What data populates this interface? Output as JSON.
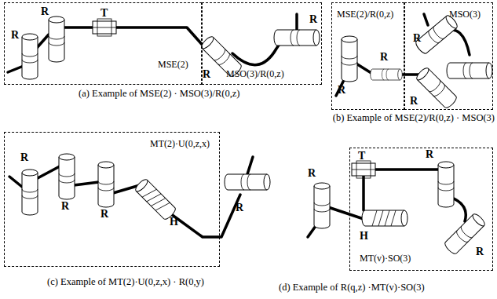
{
  "diagram": {
    "nodes": [
      {
        "text": [
          "MSE(2)"
        ]
      },
      {
        "text": [
          "MSO(3)/R(0,z)"
        ]
      },
      {
        "text": [
          "MSE(2)/R(0,z)"
        ]
      },
      {
        "text": [
          "MSO(3)"
        ]
      },
      {
        "text": [
          "MT(2)·U(0,z,x)"
        ]
      },
      {
        "text": [
          "MT(v)·SO(3)"
        ]
      }
    ],
    "labels": [
      "R",
      "R",
      "T",
      "R",
      "R",
      "R",
      "R",
      "R",
      "R",
      "R",
      "R",
      "R",
      "H",
      "R",
      "R",
      "T",
      "R",
      "H",
      "R",
      "(a) Example of MSE(2) · MSO(3)/R(0,z)",
      "(b) Example of MSE(2)/R(0,z) · MSO(3)",
      "(c) Example of MT(2)·U(0,z,x) · R(0,y)",
      "(d) Example of R(q,z) ·MT(v)·SO(3)"
    ]
  }
}
